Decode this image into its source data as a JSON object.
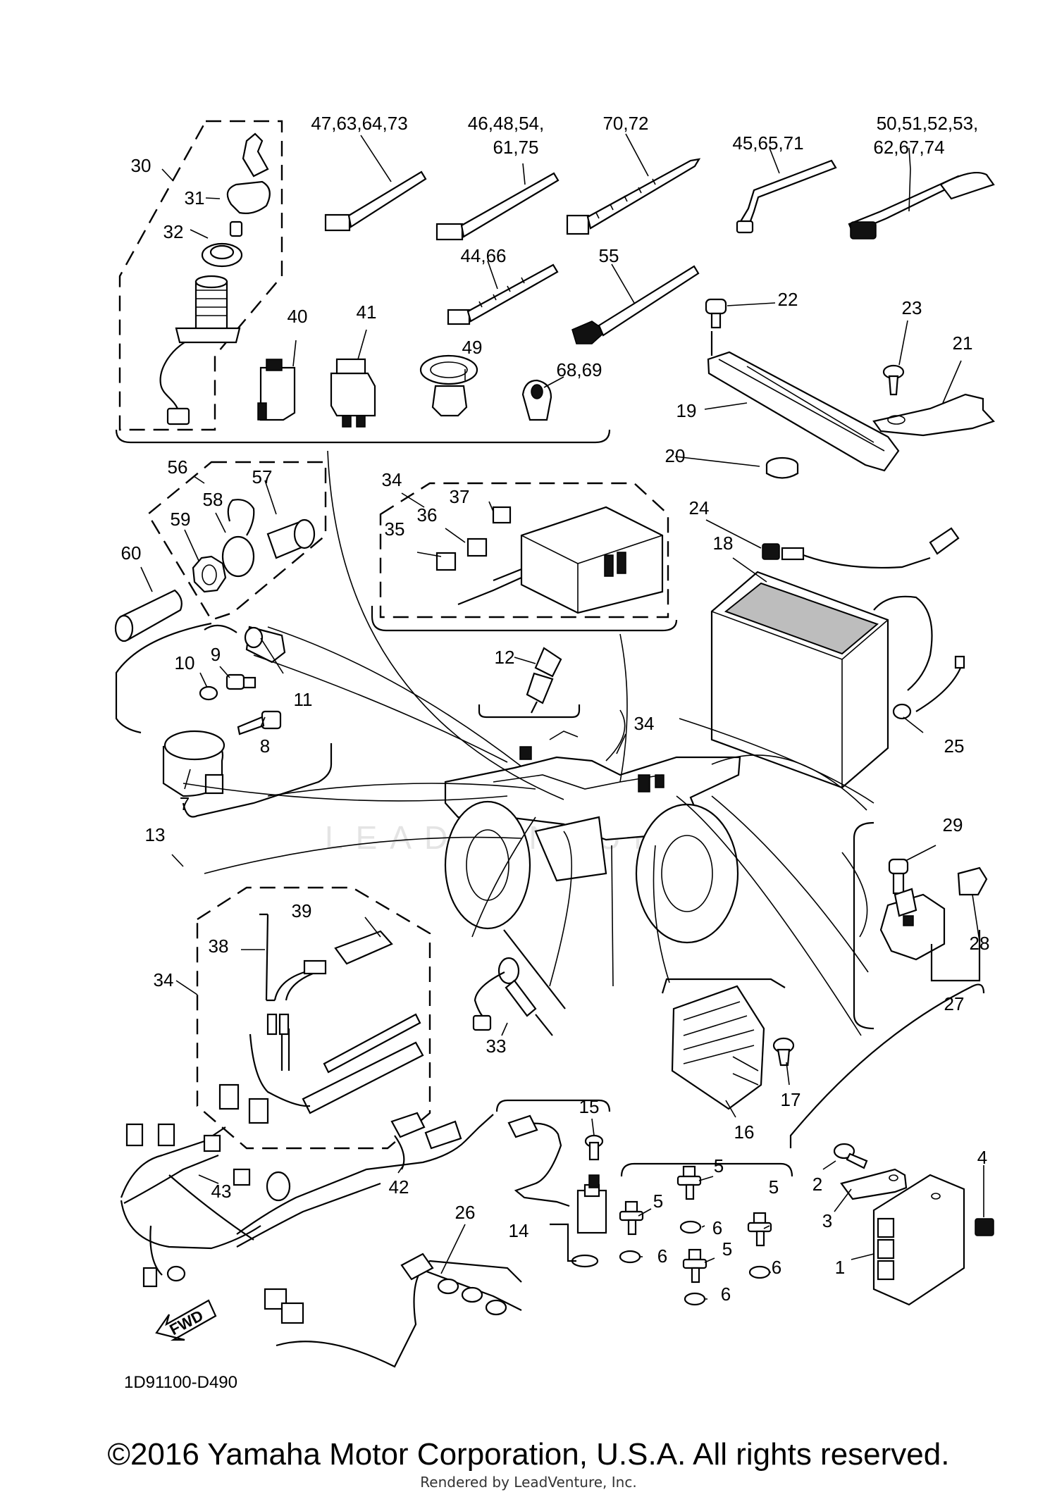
{
  "diagram": {
    "reference_code": "1D91100-D490",
    "fwd_label": "FWD",
    "watermark": "LEADVENTURE",
    "callouts": [
      {
        "id": "c30",
        "text": "30"
      },
      {
        "id": "c31",
        "text": "31"
      },
      {
        "id": "c32",
        "text": "32"
      },
      {
        "id": "c47",
        "text": "47,63,64,73"
      },
      {
        "id": "c46a",
        "text": "46,48,54,"
      },
      {
        "id": "c46b",
        "text": "61,75"
      },
      {
        "id": "c70",
        "text": "70,72"
      },
      {
        "id": "c45",
        "text": "45,65,71"
      },
      {
        "id": "c50a",
        "text": "50,51,52,53,"
      },
      {
        "id": "c50b",
        "text": "62,67,74"
      },
      {
        "id": "c44",
        "text": "44,66"
      },
      {
        "id": "c55",
        "text": "55"
      },
      {
        "id": "c40",
        "text": "40"
      },
      {
        "id": "c41",
        "text": "41"
      },
      {
        "id": "c49",
        "text": "49"
      },
      {
        "id": "c68",
        "text": "68,69"
      },
      {
        "id": "c22",
        "text": "22"
      },
      {
        "id": "c23",
        "text": "23"
      },
      {
        "id": "c21",
        "text": "21"
      },
      {
        "id": "c19",
        "text": "19"
      },
      {
        "id": "c20",
        "text": "20"
      },
      {
        "id": "c56",
        "text": "56"
      },
      {
        "id": "c57",
        "text": "57"
      },
      {
        "id": "c58",
        "text": "58"
      },
      {
        "id": "c59",
        "text": "59"
      },
      {
        "id": "c60",
        "text": "60"
      },
      {
        "id": "c34a",
        "text": "34"
      },
      {
        "id": "c37",
        "text": "37"
      },
      {
        "id": "c36",
        "text": "36"
      },
      {
        "id": "c35",
        "text": "35"
      },
      {
        "id": "c24",
        "text": "24"
      },
      {
        "id": "c18",
        "text": "18"
      },
      {
        "id": "c9",
        "text": "9"
      },
      {
        "id": "c10",
        "text": "10"
      },
      {
        "id": "c11",
        "text": "11"
      },
      {
        "id": "c12",
        "text": "12"
      },
      {
        "id": "c8",
        "text": "8"
      },
      {
        "id": "c7",
        "text": "7"
      },
      {
        "id": "c34b",
        "text": "34"
      },
      {
        "id": "c25",
        "text": "25"
      },
      {
        "id": "c13",
        "text": "13"
      },
      {
        "id": "c29",
        "text": "29"
      },
      {
        "id": "c39",
        "text": "39"
      },
      {
        "id": "c38",
        "text": "38"
      },
      {
        "id": "c34c",
        "text": "34"
      },
      {
        "id": "c28",
        "text": "28"
      },
      {
        "id": "c27",
        "text": "27"
      },
      {
        "id": "c33",
        "text": "33"
      },
      {
        "id": "c17",
        "text": "17"
      },
      {
        "id": "c16",
        "text": "16"
      },
      {
        "id": "c15",
        "text": "15"
      },
      {
        "id": "c5a",
        "text": "5"
      },
      {
        "id": "c5b",
        "text": "5"
      },
      {
        "id": "c5c",
        "text": "5"
      },
      {
        "id": "c5d",
        "text": "5"
      },
      {
        "id": "c6a",
        "text": "6"
      },
      {
        "id": "c6b",
        "text": "6"
      },
      {
        "id": "c6c",
        "text": "6"
      },
      {
        "id": "c6d",
        "text": "6"
      },
      {
        "id": "c4",
        "text": "4"
      },
      {
        "id": "c2",
        "text": "2"
      },
      {
        "id": "c3",
        "text": "3"
      },
      {
        "id": "c1",
        "text": "1"
      },
      {
        "id": "c43",
        "text": "43"
      },
      {
        "id": "c42",
        "text": "42"
      },
      {
        "id": "c26",
        "text": "26"
      },
      {
        "id": "c14",
        "text": "14"
      }
    ]
  },
  "footer": {
    "copyright": "©2016 Yamaha Motor Corporation, U.S.A. All rights reserved.",
    "rendered_by": "Rendered by LeadVenture, Inc."
  }
}
